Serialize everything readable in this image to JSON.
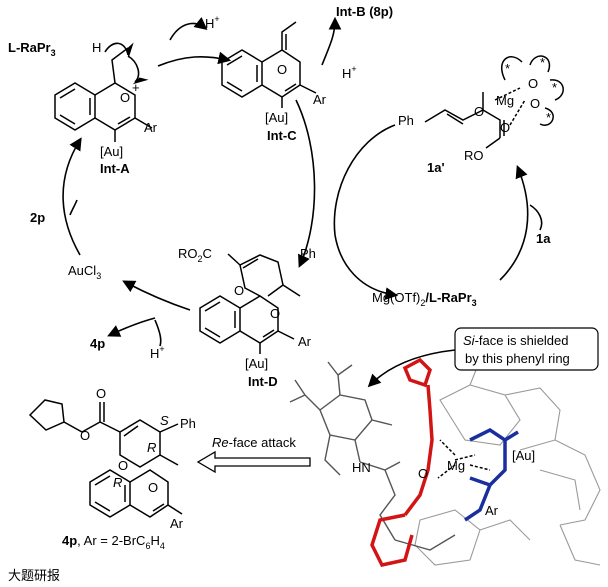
{
  "labels": {
    "rapr": "L-RaPr",
    "rapr_sub": "3",
    "h_a": "H",
    "h_plus_top": "H",
    "plus": "+",
    "int_a_au": "[Au]",
    "int_a": "Int-A",
    "int_a_ar": "Ar",
    "int_c_au": "[Au]",
    "int_c": "Int-C",
    "int_c_ar": "Ar",
    "int_b": "Int-B (8p)",
    "h_plus_right": "H",
    "ph_1a": "Ph",
    "mg_1a": "Mg",
    "ro_1a": "RO",
    "label_1a_prime": "1a'",
    "label_1a": "1a",
    "label_2p": "2p",
    "aucl3": "AuCl",
    "aucl3_sub": "3",
    "label_4p_left": "4p",
    "h_plus_bottom": "H",
    "int_d_ro2c": "RO",
    "int_d_ro2c_sub": "2",
    "int_d_c": "C",
    "int_d_ph": "Ph",
    "int_d_au": "[Au]",
    "int_d_ar": "Ar",
    "int_d": "Int-D",
    "mg_otf": "Mg(OTf)",
    "mg_otf_sub": "2",
    "mg_otf_l": "/L-RaPr",
    "mg_otf_l_sub": "3",
    "note_si": "Si",
    "note_line1": "-face is shielded",
    "note_line2": "by this  phenyl ring",
    "re_face": "Re",
    "re_face_rest": "-face attack",
    "prod_s": "S",
    "prod_ph": "Ph",
    "prod_r1": "R",
    "prod_r2": "R",
    "prod_o1": "O",
    "prod_o2": "O",
    "prod_ar": "Ar",
    "prod_label": "4p",
    "prod_label_rest": ", Ar = 2-BrC",
    "prod_sub6": "6",
    "prod_h4": "H",
    "prod_sub4": "4",
    "model_mg": "Mg",
    "model_au": "[Au]",
    "model_ar": "Ar",
    "model_hn": "HN",
    "model_o": "O",
    "watermark": "大题研报"
  }
}
